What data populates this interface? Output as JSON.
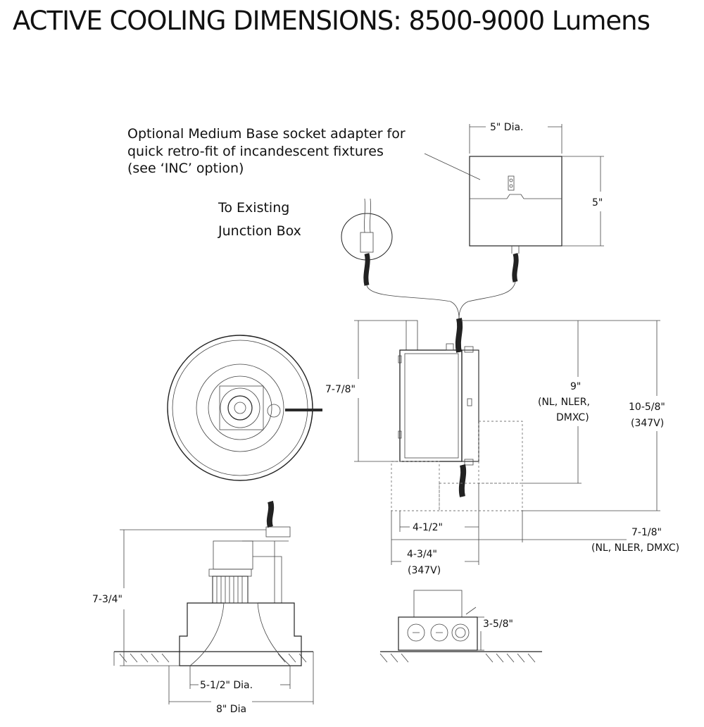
{
  "title": "ACTIVE COOLING DIMENSIONS: 8500-9000 Lumens",
  "adapter_note": {
    "line1": "Optional Medium Base socket adapter for",
    "line2": "quick retro-fit of incandescent fixtures",
    "line3": "(see ‘INC’ option)"
  },
  "junction_note": {
    "line1": "To Existing",
    "line2": "Junction Box"
  },
  "dimensions": {
    "adapter_dia": "5\" Dia.",
    "adapter_height": "5\"",
    "side_height": "7-7/8\"",
    "nl_height": "9\"",
    "nl_height_opts_1": "(NL, NLER,",
    "nl_height_opts_2": "DMXC)",
    "v347_height": "10-5/8\"",
    "v347_height_sub": "(347V)",
    "width_std": "4-1/2\"",
    "width_347": "4-3/4\"",
    "width_347_sub": "(347V)",
    "width_nl": "7-1/8\"",
    "width_nl_sub": "(NL, NLER, DMXC)",
    "fixture_height": "7-3/4\"",
    "aperture_dia": "5-1/2\" Dia.",
    "trim_dia": "8\" Dia",
    "jbox_height": "3-5/8\""
  }
}
